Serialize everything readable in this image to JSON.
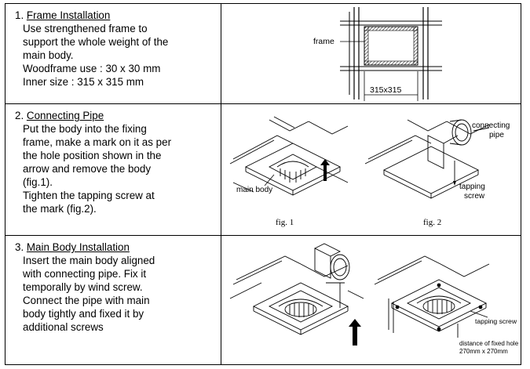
{
  "steps": [
    {
      "number": "1.",
      "title": "Frame Installation",
      "lines": [
        "Use strengthened frame to",
        "support the whole weight of the",
        "main body.",
        "Woodframe use : 30 x 30 mm",
        "Inner size : 315 x 315 mm"
      ],
      "labels": {
        "frame": "frame",
        "size": "315x315"
      }
    },
    {
      "number": "2.",
      "title": "Connecting Pipe",
      "lines": [
        "Put the body into the fixing",
        "frame, make a mark on it as per",
        "the hole position shown in the",
        "arrow and remove the body",
        "(fig.1).",
        "Tighten the tapping screw at",
        "the mark (fig.2)."
      ],
      "labels": {
        "main_body": "main body",
        "connecting": "connecting",
        "pipe": "pipe",
        "tapping": "tapping",
        "screw": "screw",
        "fig1": "fig. 1",
        "fig2": "fig. 2"
      }
    },
    {
      "number": "3.",
      "title": "Main Body Installation",
      "lines": [
        "Insert the main body aligned",
        "with connecting pipe. Fix it",
        "temporally by wind screw.",
        "Connect the pipe with main",
        "body tightly and fixed it by",
        "additional screws"
      ],
      "labels": {
        "tapping_screw": "tapping screw",
        "distance1": "distance of fixed hole",
        "distance2": "270mm x 270mm"
      }
    }
  ]
}
